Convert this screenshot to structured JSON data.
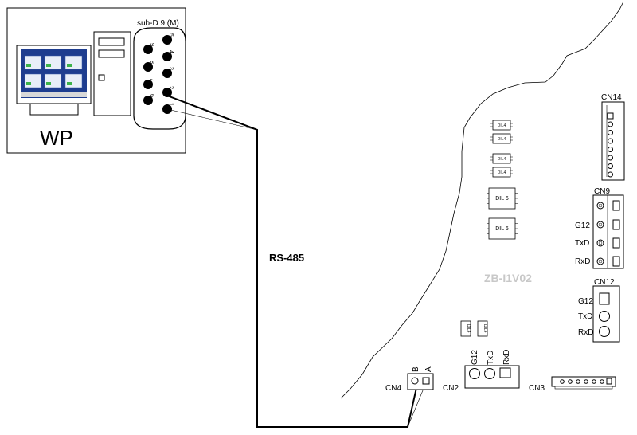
{
  "pc": {
    "title": "WP",
    "connector_label": "sub-D 9 (M)",
    "pins": [
      "1",
      "2",
      "3",
      "4",
      "5",
      "6",
      "7",
      "8",
      "9"
    ]
  },
  "bus": {
    "label": "RS-485"
  },
  "board": {
    "name": "ZB-I1V02",
    "chips": [
      "DIL4",
      "DIL4",
      "DIL4",
      "DIL4",
      "DIL 6",
      "DIL 6"
    ],
    "small_chips": [
      "DIL4",
      "DIL4"
    ],
    "cn14": {
      "label": "CN14"
    },
    "cn9": {
      "label": "CN9",
      "pins": [
        "G12",
        "TxD",
        "RxD"
      ]
    },
    "cn12": {
      "label": "CN12",
      "pins": [
        "G12",
        "TxD",
        "RxD"
      ]
    },
    "cn4": {
      "label": "CN4",
      "pins": [
        "B",
        "A"
      ]
    },
    "cn2": {
      "label": "CN2",
      "pins": [
        "G12",
        "TxD",
        "RxD"
      ]
    },
    "cn3": {
      "label": "CN3"
    }
  },
  "colors": {
    "line": "#000000",
    "board_name": "#c8c8c8",
    "screen": "#1e3d8f"
  }
}
